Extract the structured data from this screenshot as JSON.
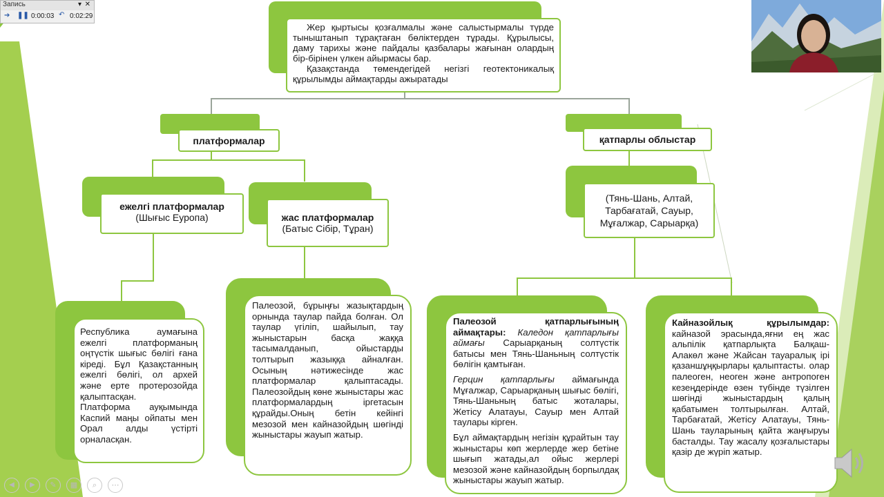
{
  "recording_bar": {
    "title": "Запись",
    "elapsed": "0:00:03",
    "total": "0:02:29"
  },
  "top_box": {
    "para1": "Жер қыртысы қозғалмалы және салыстырмалы түрде тыныштанып тұрақтаған бөліктерден тұрады. Құрылысы, даму тарихы және пайдалы қазбалары жағынан олардың бір-бірінен үлкен айырмасы бар.",
    "para2": "Қазақстанда төмендегідей негізгі геотектоникалық құрылымды аймақтарды ажыратады"
  },
  "platforms": {
    "label": "платформалар"
  },
  "folded": {
    "label": "қатпарлы облыстар"
  },
  "old_platforms": {
    "title": "ежелгі платформалар",
    "subtitle": "(Шығыс Еуропа)"
  },
  "young_platforms": {
    "title": "жас платформалар",
    "subtitle": "(Батыс Сібір, Тұран)"
  },
  "mountains": {
    "text": "(Тянь-Шань, Алтай, Тарбағатай, Сауыр, Мұғалжар, Сарыарқа)"
  },
  "old_desc": {
    "p1": "Республика аумағына ежелгі платформаның оңтүстік шығыс бөлігі ғана кіреді. Бұл Қазақстанның ежелгі бөлігі, ол архей және ерте протерозойда қалыптасқан.",
    "p2": "Платформа ауқымында Каспий маңы ойпаты мен Орал алды үстірті орналасқан."
  },
  "young_desc": {
    "p1": "Палеозой, бұрыңғы жазықтардың орнында таулар пайда болған. Ол таулар үгіліп, шайылып, тау жыныстарын басқа жаққа тасымалданып, ойыстарды толтырып жазыққа айналған. Осының нәтижесінде жас платформалар қалыптасады. Палеозойдың көне жыныстары жас платформалардың іргетасын құрайды.Оның бетін кейінгі мезозой мен кайназойдың шөгінді жыныстары жауып жатыр."
  },
  "paleozoic": {
    "title": "Палеозой қатпарлығының аймақтары:",
    "caledon": "Каледон қатпарлығы аймағы",
    "caledon_text": " Сарыарқаның солтүстік батысы мен Тянь-Шаньның солтүстік бөлігін қамтыған.",
    "hercyn": "Герцин қатпарлығы",
    "hercyn_text": " аймағында Мұғалжар, Сарыарқаның шығыс бөлігі, Тянь-Шаньның батыс жоталары, Жетісу Алатауы, Сауыр мен Алтай таулары кірген.",
    "p3": "Бұл аймақтардың негізін құрайтын тау жыныстары көп жерлерде жер бетіне шығып жатады,ал ойыс жерлері мезозой және кайназойдың борпылдақ жыныстары жауып жатыр."
  },
  "cenozoic": {
    "title": "Кайназойлық құрылымдар:",
    "text": " кайназой эрасында,яғни ең жас альпілік қатпарлықта Балқаш-Алакөл және Жайсан тауаралық ірі қазаншұңқырлары қалыптасты. олар палеоген, неоген және антропоген кезеңдерінде өзен түбінде түзілген шөгінді жыныстардың қалың қабатымен толтырылған. Алтай, Тарбағатай, Жетісу Алатауы, Тянь-Шань тауларының қайта жаңғыруы басталды. Тау жасалу қозғалыстары қазір де жүріп жатыр."
  },
  "colors": {
    "accent": "#8dc63f",
    "bg_shape": "#a4cf4f"
  }
}
